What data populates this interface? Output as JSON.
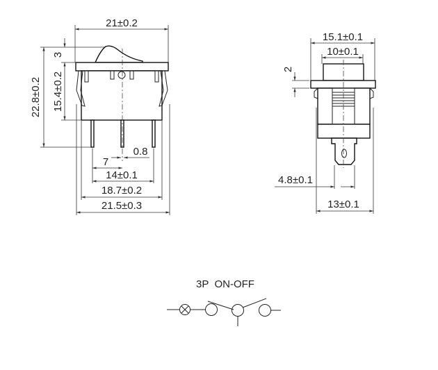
{
  "front_view": {
    "width_top": "21±0.2",
    "rocker_height": "3",
    "body_height": "15.4±0.2",
    "total_height": "22.8±0.2",
    "pin_width": "0.8",
    "pin_half_pitch": "7",
    "pin_pitch": "14±0.1",
    "body_width": "18.7±0.2",
    "clip_width": "21.5±0.3"
  },
  "side_view": {
    "flange_width": "15.1±0.1",
    "button_width": "10±0.1",
    "flange_thickness": "2",
    "terminal_width": "4.8±0.1",
    "body_width": "13±0.1"
  },
  "schematic": {
    "title": "3P  ON-OFF"
  }
}
